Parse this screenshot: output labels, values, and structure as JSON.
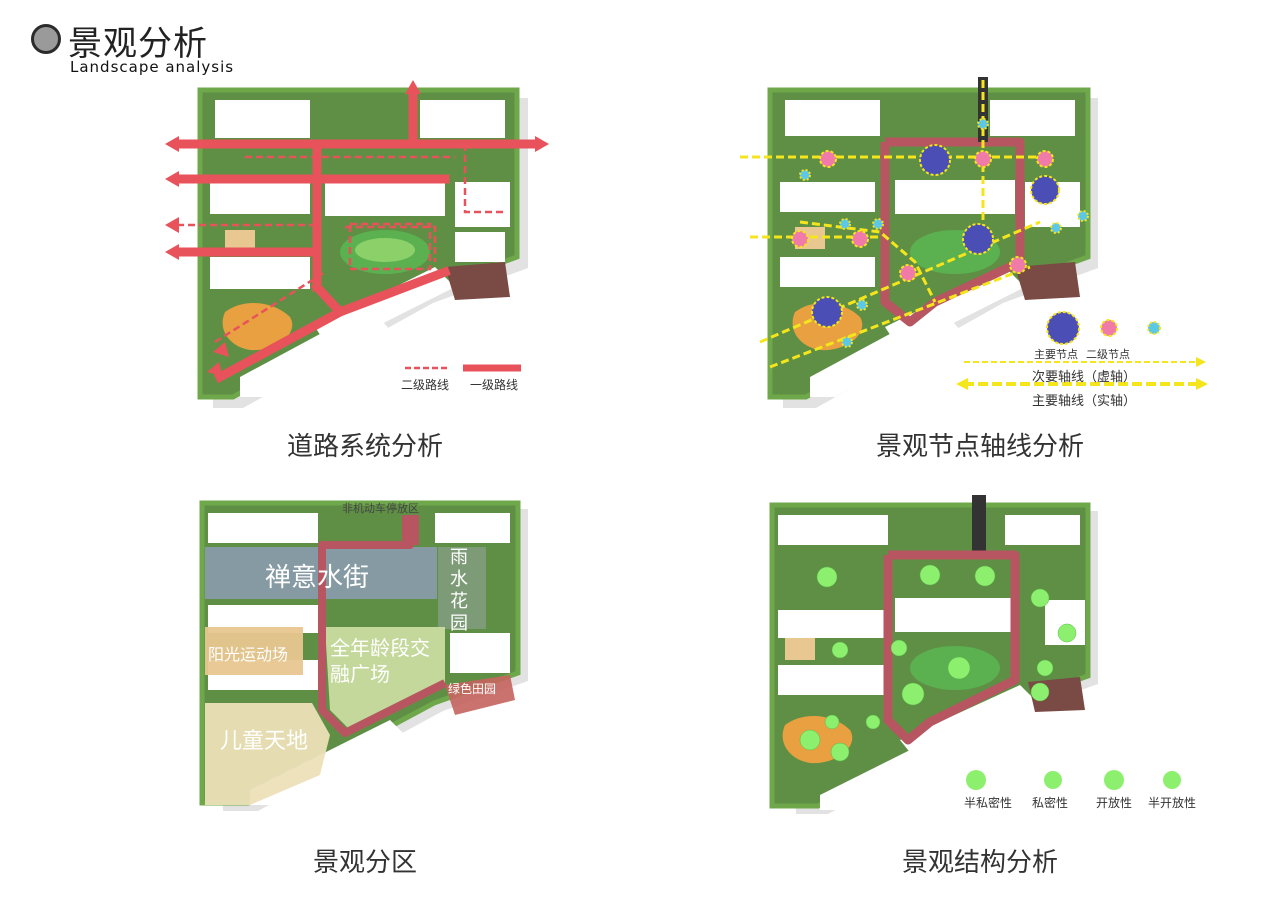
{
  "header": {
    "title": "景观分析",
    "subtitle": "Landscape analysis"
  },
  "panels": {
    "road": {
      "caption": "道路系统分析",
      "legend": {
        "secondary": "二级路线",
        "primary": "一级路线"
      },
      "colors": {
        "primary": "#e8525a",
        "secondary": "#e8525a"
      }
    },
    "nodes": {
      "caption": "景观节点轴线分析",
      "legend": {
        "major_node": "主要节点",
        "minor_node": "二级节点",
        "minor_axis": "次要轴线（虚轴）",
        "major_axis": "主要轴线（实轴）"
      },
      "colors": {
        "major_node": "#4b4fb5",
        "minor_node": "#f07aa8",
        "tertiary_node": "#5cc8e6",
        "axis": "#f5e51c"
      }
    },
    "zones": {
      "caption": "景观分区",
      "labels": {
        "parking": "非机动车停放区",
        "chan": "禅意水街",
        "rain": "雨水花园",
        "sun": "阳光运动场",
        "age": "全年龄段交融广场",
        "green": "绿色田园",
        "kids": "儿童天地"
      },
      "colors": {
        "chan": "#8a9bad",
        "rain": "#7f9c7a",
        "sun": "#e8c790",
        "age": "#c9dca0",
        "green": "#c4645e",
        "kids": "#ece0b8",
        "parking": "#b75560"
      }
    },
    "structure": {
      "caption": "景观结构分析",
      "legend": {
        "a": "半私密性",
        "b": "私密性",
        "c": "开放性",
        "d": "半开放性"
      },
      "colors": {
        "circle": "#8cf06e"
      }
    }
  }
}
